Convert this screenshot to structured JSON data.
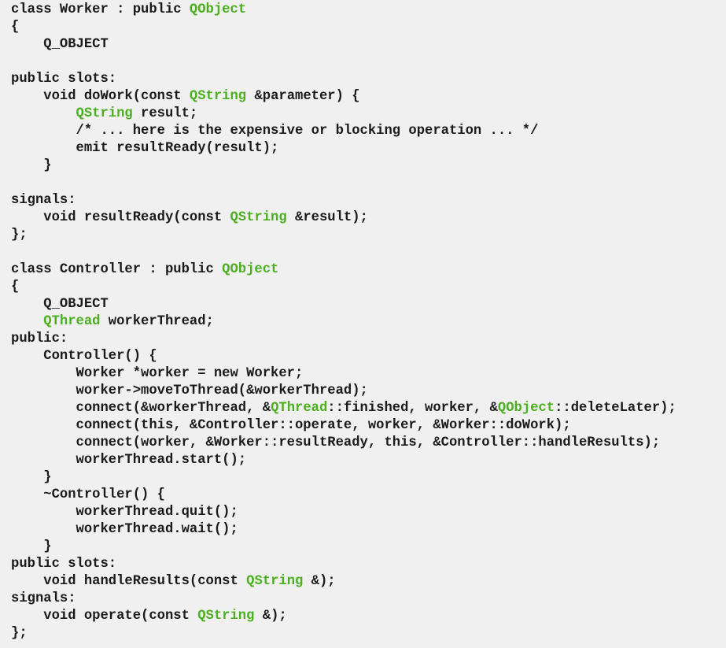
{
  "palette": {
    "background": "#f0f0f0",
    "text": "#1a1a1a",
    "qt_type": "#4caf1f"
  },
  "code": [
    [
      {
        "t": "class Worker : public "
      },
      {
        "t": "QObject",
        "k": "type"
      }
    ],
    [
      {
        "t": "{"
      }
    ],
    [
      {
        "t": "    Q_OBJECT"
      }
    ],
    [],
    [
      {
        "t": "public slots:"
      }
    ],
    [
      {
        "t": "    void doWork(const "
      },
      {
        "t": "QString",
        "k": "type"
      },
      {
        "t": " &parameter) {"
      }
    ],
    [
      {
        "t": "        "
      },
      {
        "t": "QString",
        "k": "type"
      },
      {
        "t": " result;"
      }
    ],
    [
      {
        "t": "        /* ... here is the expensive or blocking operation ... */"
      }
    ],
    [
      {
        "t": "        emit resultReady(result);"
      }
    ],
    [
      {
        "t": "    }"
      }
    ],
    [],
    [
      {
        "t": "signals:"
      }
    ],
    [
      {
        "t": "    void resultReady(const "
      },
      {
        "t": "QString",
        "k": "type"
      },
      {
        "t": " &result);"
      }
    ],
    [
      {
        "t": "};"
      }
    ],
    [],
    [
      {
        "t": "class Controller : public "
      },
      {
        "t": "QObject",
        "k": "type"
      }
    ],
    [
      {
        "t": "{"
      }
    ],
    [
      {
        "t": "    Q_OBJECT"
      }
    ],
    [
      {
        "t": "    "
      },
      {
        "t": "QThread",
        "k": "type"
      },
      {
        "t": " workerThread;"
      }
    ],
    [
      {
        "t": "public:"
      }
    ],
    [
      {
        "t": "    Controller() {"
      }
    ],
    [
      {
        "t": "        Worker *worker = new Worker;"
      }
    ],
    [
      {
        "t": "        worker->moveToThread(&workerThread);"
      }
    ],
    [
      {
        "t": "        connect(&workerThread, &"
      },
      {
        "t": "QThread",
        "k": "type"
      },
      {
        "t": "::finished, worker, &"
      },
      {
        "t": "QObject",
        "k": "type"
      },
      {
        "t": "::deleteLater);"
      }
    ],
    [
      {
        "t": "        connect(this, &Controller::operate, worker, &Worker::doWork);"
      }
    ],
    [
      {
        "t": "        connect(worker, &Worker::resultReady, this, &Controller::handleResults);"
      }
    ],
    [
      {
        "t": "        workerThread.start();"
      }
    ],
    [
      {
        "t": "    }"
      }
    ],
    [
      {
        "t": "    ~Controller() {"
      }
    ],
    [
      {
        "t": "        workerThread.quit();"
      }
    ],
    [
      {
        "t": "        workerThread.wait();"
      }
    ],
    [
      {
        "t": "    }"
      }
    ],
    [
      {
        "t": "public slots:"
      }
    ],
    [
      {
        "t": "    void handleResults(const "
      },
      {
        "t": "QString",
        "k": "type"
      },
      {
        "t": " &);"
      }
    ],
    [
      {
        "t": "signals:"
      }
    ],
    [
      {
        "t": "    void operate(const "
      },
      {
        "t": "QString",
        "k": "type"
      },
      {
        "t": " &);"
      }
    ],
    [
      {
        "t": "};"
      }
    ]
  ]
}
